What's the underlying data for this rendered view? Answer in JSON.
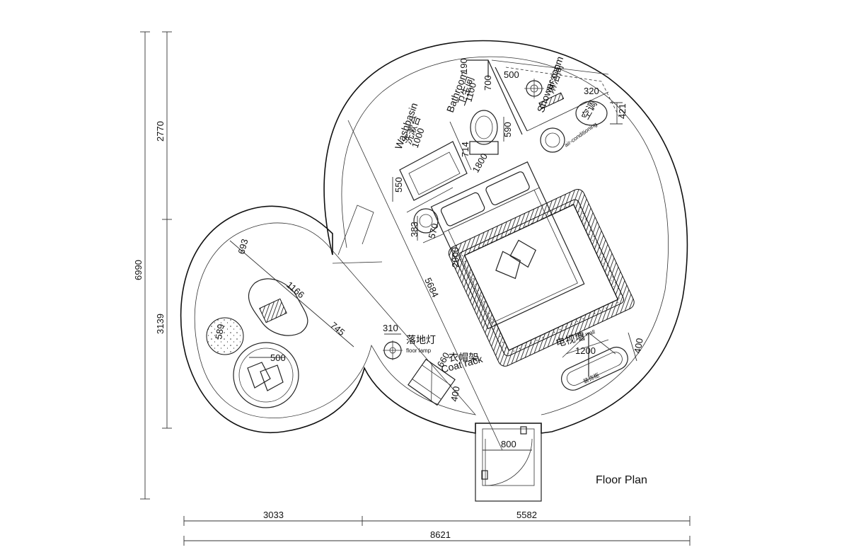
{
  "title": "Floor Plan",
  "dimensions": {
    "total_height": "6990",
    "upper_height": "2770",
    "lower_height": "3139",
    "left_width": "3033",
    "right_width": "5582",
    "total_width": "8621",
    "door_width": "800",
    "bath_190": "190",
    "bath_700": "700",
    "bath_1100": "1100",
    "shower_500": "500",
    "shower_320": "320",
    "ac_421": "421",
    "toilet_590": "590",
    "washbasin_1000": "1000",
    "washbasin_550": "550",
    "wash_714": "714",
    "bed_1800": "1800",
    "bed_2000": "2000",
    "side_383": "383",
    "side_570": "570",
    "diag_5684": "5684",
    "lounge_693": "693",
    "lounge_1166": "1166",
    "lounge_745": "745",
    "lounge_589": "589",
    "lounge_500": "500",
    "lamp_310": "310",
    "coat_660": "660",
    "coat_400": "400",
    "tv_1200": "1200",
    "tv_400": "400"
  },
  "labels": {
    "bathroom_cn": "卫生间",
    "bathroom_en": "Bathroom",
    "shower_cn": "淋浴间",
    "shower_en": "Shower room",
    "washbasin_cn": "洗漱台",
    "washbasin_en": "Washbasin",
    "ac_cn": "空调",
    "ac_en": "air-conditioning",
    "floorlamp_cn": "落地灯",
    "floorlamp_en": "floor lamp",
    "coatrack_cn": "衣帽架",
    "coatrack_en": "Coat rack",
    "tvwall_cn": "电视墙",
    "tvwall_en": "TV wall",
    "cabinet_cn": "装饰柜"
  }
}
